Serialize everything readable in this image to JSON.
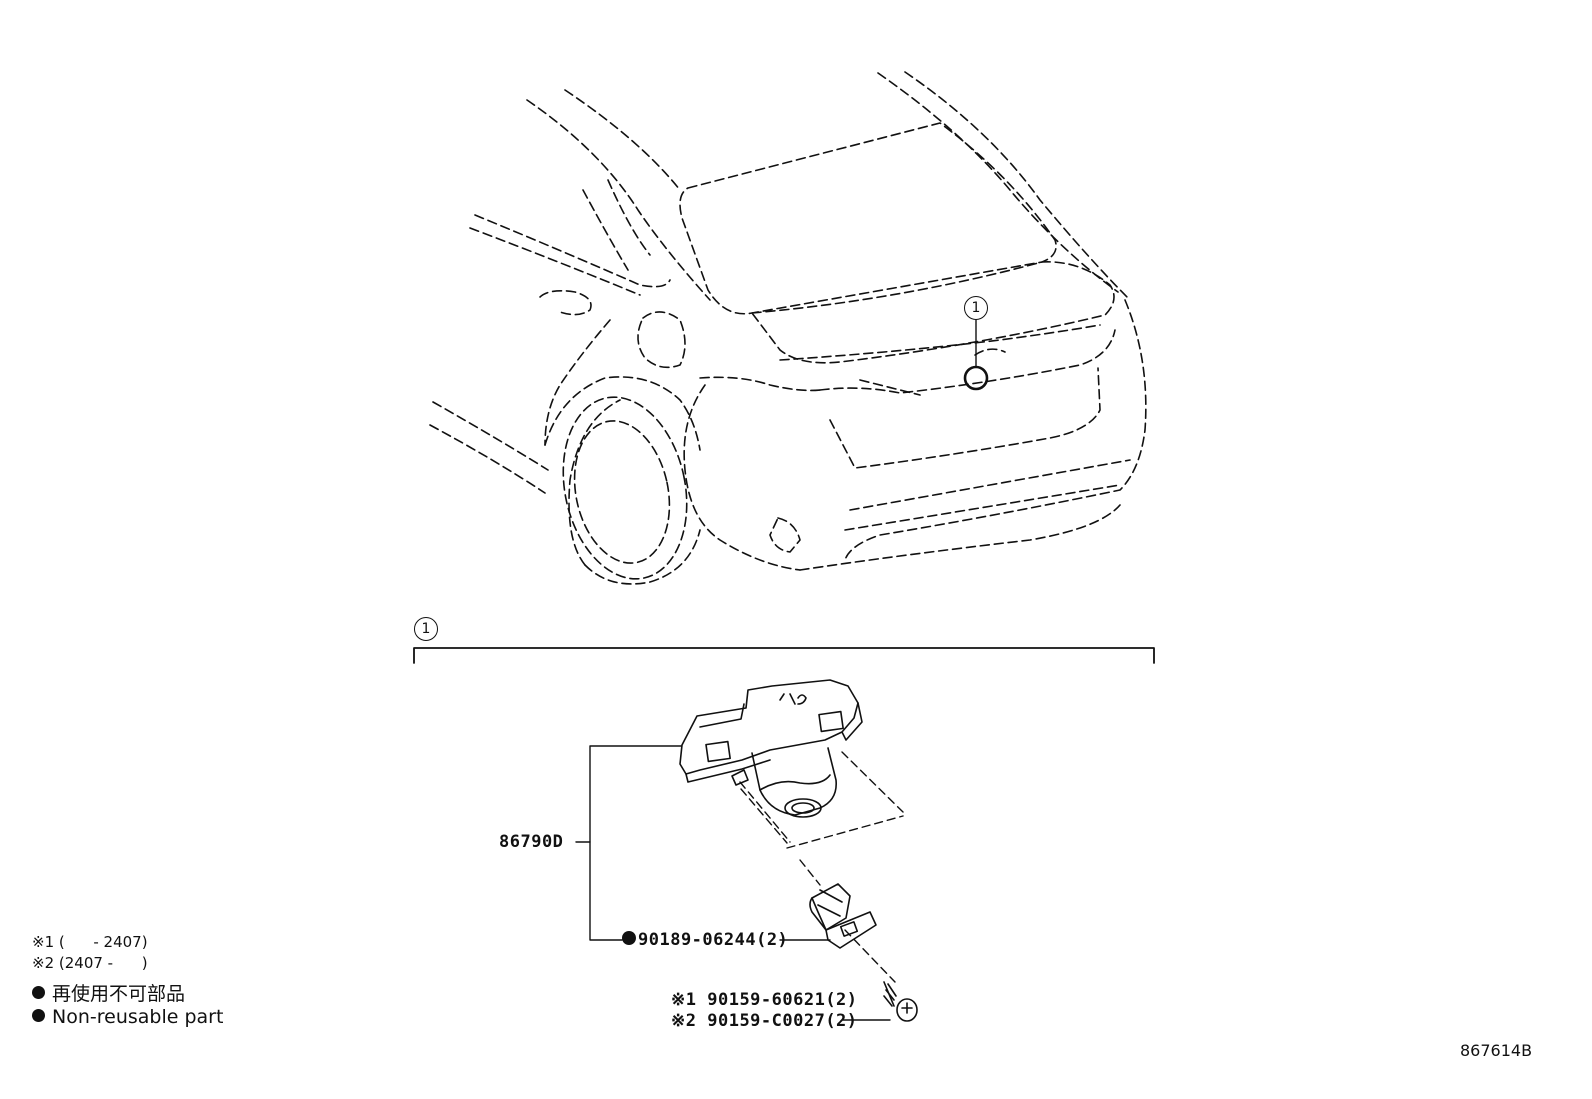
{
  "callouts": {
    "ref_in_car": "1",
    "section_header": "1"
  },
  "parts": {
    "camera_assembly": "86790D",
    "clip": "90189-06244(2)",
    "screw_1": "90159-60621(2)",
    "screw_2": "90159-C0027(2)",
    "screw_1_mark": "※1",
    "screw_2_mark": "※2"
  },
  "notes": {
    "period_1": "※1 (      - 2407)",
    "period_2": "※2 (2407 -      )"
  },
  "legend": {
    "non_reusable_jp": "再使用不可部品",
    "non_reusable_en": "Non-reusable part"
  },
  "diagram_id": "867614B",
  "colors": {
    "line": "#111111",
    "background": "#ffffff"
  },
  "icons": {
    "non_reusable_marker": "filled-circle-icon"
  }
}
